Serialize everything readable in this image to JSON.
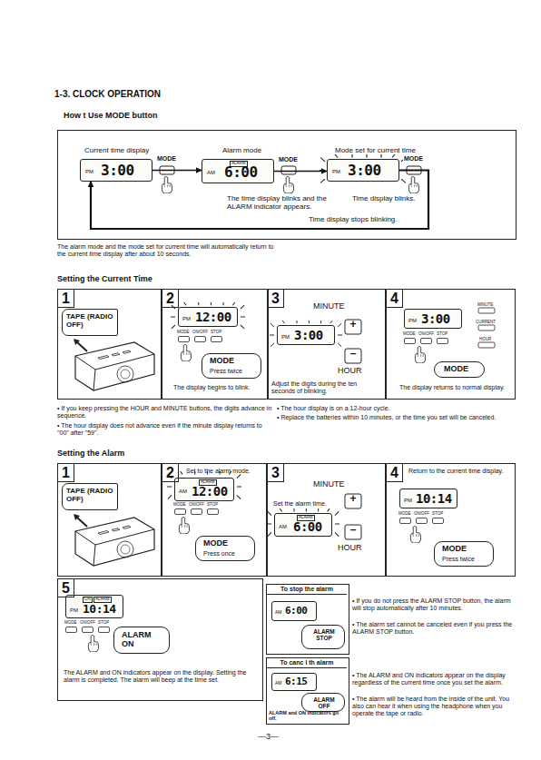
{
  "diagram": {
    "title": "1-3. CLOCK OPERATION",
    "nodes": [
      {
        "text": [
          "Current time display",
          "PM",
          "3:00"
        ]
      },
      {
        "text": [
          "Alarm mode",
          "ALARM",
          "AM",
          "6:00"
        ]
      },
      {
        "text": [
          "Mode set for current time",
          "PM",
          "3:00"
        ]
      },
      {
        "text": [
          "1"
        ]
      },
      {
        "text": [
          "TAPE (RADIO OFF)"
        ],
        "in": 3
      },
      {
        "text": [
          "2",
          "The display begins to blink."
        ]
      },
      {
        "text": [
          "PM",
          "12:00"
        ],
        "in": 5
      },
      {
        "text": [
          "MODE",
          "Press twice"
        ],
        "in": 5
      },
      {
        "text": [
          "3",
          "Adjust the digits during the ten seconds of blinking."
        ]
      },
      {
        "text": [
          "PM",
          "3:00"
        ],
        "in": 8
      },
      {
        "text": [
          "4",
          "The display returns to normal display."
        ]
      },
      {
        "text": [
          "PM",
          "3:00"
        ],
        "in": 10
      },
      {
        "text": [
          "MODE"
        ],
        "in": 10
      },
      {
        "text": [
          "1"
        ]
      },
      {
        "text": [
          "TAPE (RADIO OFF)"
        ],
        "in": 13
      },
      {
        "text": [
          "2",
          "Set to the alarm mode."
        ]
      },
      {
        "text": [
          "ALARM",
          "AM",
          "12:00"
        ],
        "in": 15
      },
      {
        "text": [
          "MODE",
          "Press once"
        ],
        "in": 15
      },
      {
        "text": [
          "3",
          "Set the alarm time."
        ]
      },
      {
        "text": [
          "ALARM",
          "AM",
          "6:00"
        ],
        "in": 18
      },
      {
        "text": [
          "4",
          "Return to the current time display."
        ]
      },
      {
        "text": [
          "PM",
          "10:14"
        ],
        "in": 20
      },
      {
        "text": [
          "MODE",
          "Press twice"
        ],
        "in": 20
      },
      {
        "text": [
          "5",
          "The ALARM and ON indicators appear on the display. Setting the alarm is completed. The alarm will beep at the time set."
        ]
      },
      {
        "text": [
          "ON",
          "ALARM",
          "PM",
          "10:14"
        ],
        "in": 23
      },
      {
        "text": [
          "ALARM ON"
        ],
        "in": 23
      },
      {
        "text": [
          "To stop the alarm"
        ]
      },
      {
        "text": [
          "AM",
          "6:00"
        ],
        "in": 26
      },
      {
        "text": [
          "ALARM STOP"
        ],
        "in": 26
      },
      {
        "text": [
          "To canc l th alarm",
          "ALARM and ON indicators go off."
        ]
      },
      {
        "text": [
          "AM",
          "6:15"
        ],
        "in": 29
      },
      {
        "text": [
          "ALARM OFF"
        ],
        "in": 29
      }
    ],
    "edges": [
      {
        "from": 0,
        "to": 1,
        "arrow": "to",
        "label": "MODE"
      },
      {
        "from": 1,
        "to": 2,
        "arrow": "to",
        "label": "MODE"
      },
      {
        "from": 2,
        "to": 0,
        "arrow": "to",
        "label": "MODE"
      }
    ],
    "labels": [
      "How t Use MODE button",
      "The time display blinks and the ALARM indicator appears.",
      "Time display blinks.",
      "Time display stops blinking.",
      "The alarm mode and the mode set for current time will automatically return to the current time display after about 10 seconds.",
      "Setting the Current Time",
      "MODE",
      "ON/OFF",
      "STOP",
      "MINUTE",
      "+",
      "–",
      "HOUR",
      "MODE",
      "ON/OFF",
      "STOP",
      "MINUTE",
      "CURRENT",
      "HOUR",
      "• If you keep pressing the HOUR and MINUTE buttons, the digits advance in sequence.",
      "• The hour display does not advance even if the minute display returns to \"00\" after \"59\".",
      "• The hour display is on a 12-hour cycle.",
      "• Replace the batteries within 10 minutes, or the time you set will be canceled.",
      "Setting the Alarm",
      "MODE",
      "ON/OFF",
      "STOP",
      "MINUTE",
      "+",
      "–",
      "HOUR",
      "MODE",
      "ON/OFF",
      "STOP",
      "MODE",
      "ON/OFF",
      "STOP",
      "• If you do not press the ALARM STOP button, the alarm will stop automatically after 10 minutes.",
      "• The alarm set cannot be canceled even if you press the ALARM STOP button.",
      "• The ALARM and ON indicators appear on the display regardless of the current time once you set the alarm.",
      "• The alarm will be heard from the inside of the unit. You also can hear it when using the headphone when you operate the tape or radio.",
      "—3—"
    ]
  }
}
